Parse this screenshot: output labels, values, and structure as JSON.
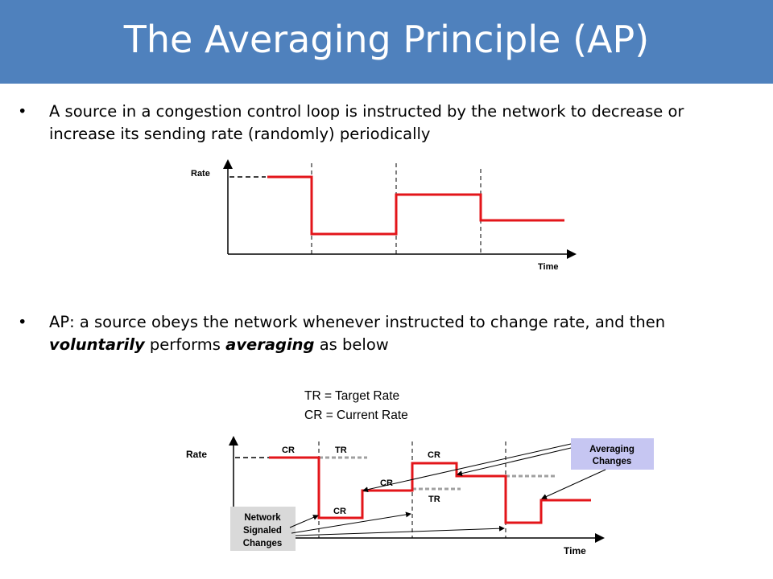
{
  "title": "The Averaging Principle (AP)",
  "bullets": [
    {
      "symbol": "•",
      "text": "A source in a congestion control loop is instructed by the network to decrease or increase its sending rate (randomly) periodically"
    },
    {
      "symbol": "•",
      "pre": "AP: a source obeys the network whenever instructed to change rate, and then ",
      "em1": "voluntarily",
      "mid": " performs ",
      "em2": "averaging",
      "post": " as below"
    }
  ],
  "diagram1": {
    "y_label": "Rate",
    "x_label": "Time"
  },
  "diagram2": {
    "legend": [
      "TR = Target Rate",
      "CR = Current Rate"
    ],
    "y_label": "Rate",
    "x_label": "Time",
    "cr": "CR",
    "tr": "TR",
    "averaging_box": [
      "Averaging",
      "Changes"
    ],
    "network_box": [
      "Network",
      "Signaled",
      "Changes"
    ]
  },
  "colors": {
    "title_bar": "#4f81bd",
    "rate_line": "#e3151a",
    "target_dotted": "#a0a0a0",
    "averaging_box": "#c6c6f2",
    "network_box": "#d9d9d9"
  }
}
